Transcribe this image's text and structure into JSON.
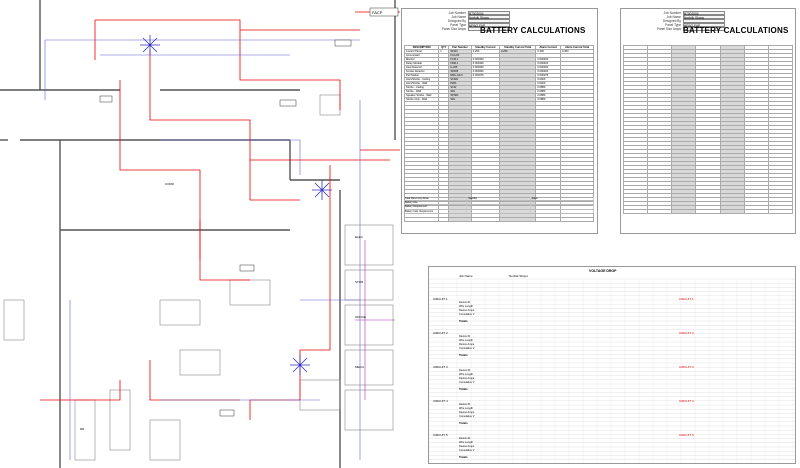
{
  "sheet_left": {
    "header_fields": [
      {
        "label": "Job Number",
        "value": "B7002004"
      },
      {
        "label": "Job Name",
        "value": "Norfolk Shops"
      },
      {
        "label": "Designed By",
        "value": ""
      },
      {
        "label": "Panel Type",
        "value": "NFW2-FAP"
      },
      {
        "label": "Panel Size Amps",
        "value": ""
      }
    ],
    "title": "BATTERY CALCULATIONS",
    "col_headers": [
      "DESCRIPTION",
      "QTY",
      "Part Number",
      "Standby Current",
      "Standby Current Total",
      "Alarm Current",
      "Alarm Current Total"
    ],
    "rows": [
      [
        "Control Panel",
        "1",
        "NFW2",
        "0.250",
        "0.250",
        "0.300",
        "0.300"
      ],
      [
        "Annunciator",
        "",
        "FCA-80",
        "",
        "",
        "",
        ""
      ],
      [
        "Monitor",
        "",
        "FCM-1",
        "0.000400",
        "",
        "0.000400",
        ""
      ],
      [
        "Relay Module",
        "",
        "FRM-1",
        "0.000400",
        "",
        "0.000400",
        ""
      ],
      [
        "Heat Detector",
        "",
        "H-365",
        "0.000300",
        "",
        "0.000300",
        ""
      ],
      [
        "Smoke Detector",
        "",
        "SD365",
        "0.000300",
        "",
        "0.000300",
        ""
      ],
      [
        "Pull Station",
        "",
        "NBG-12LX",
        "0.000375",
        "",
        "0.000375",
        ""
      ],
      [
        "Horn/Strobe - Ceiling",
        "",
        "SCWH",
        "",
        "",
        "0.0920",
        ""
      ],
      [
        "Horn/Strobe - Wall",
        "",
        "P2RL",
        "",
        "",
        "0.0920",
        ""
      ],
      [
        "Strobe - Ceiling",
        "",
        "SCW",
        "",
        "",
        "0.0880",
        ""
      ],
      [
        "Strobe - Wall",
        "",
        "SRL",
        "",
        "",
        "0.0880",
        ""
      ],
      [
        "Speaker Strobe - Wall",
        "",
        "SPSRL",
        "",
        "",
        "0.0880",
        ""
      ],
      [
        "Strobe Only - Wall",
        "",
        "SRL",
        "",
        "",
        "0.0880",
        ""
      ]
    ],
    "footer": [
      {
        "label": "Total Panel Amp Draw",
        "value": "Standby",
        "value2": "Alarm"
      },
      {
        "label": "Battery size",
        "value": "",
        "value2": ""
      },
      {
        "label": "Battery Requirement",
        "value": "",
        "value2": ""
      },
      {
        "label": "Battery Calc. Requirement",
        "value": "",
        "value2": ""
      }
    ]
  },
  "sheet_right": {
    "header_fields": [
      {
        "label": "Job Number",
        "value": "B7002004"
      },
      {
        "label": "Job Name",
        "value": "Norfolk Shops"
      },
      {
        "label": "Designed By",
        "value": ""
      },
      {
        "label": "Panel Type",
        "value": "NFW2-FAP"
      },
      {
        "label": "Panel Size Amps",
        "value": ""
      }
    ],
    "title": "BATTERY CALCULATIONS"
  },
  "voltage_drop": {
    "title": "VOLTAGE DROP",
    "job_label": "Job Name",
    "job_value": "Norfolk Shops",
    "circuit_labels": [
      "CIRCUIT 1",
      "CIRCUIT 2",
      "CIRCUIT 3",
      "CIRCUIT 4",
      "CIRCUIT 5"
    ],
    "row_labels": [
      "Device ID",
      "Wire Length",
      "Device Amps",
      "Cumulative V"
    ],
    "red_labels": [
      "CIRCUIT 1",
      "CIRCUIT 2",
      "CIRCUIT 3",
      "CIRCUIT 4",
      "CIRCUIT 5"
    ],
    "totals_label": "Totals"
  },
  "plan": {
    "labels": [
      "FACP",
      "ELEC",
      "STOR",
      "OFFICE",
      "MECH",
      "RR",
      "CORR"
    ]
  }
}
